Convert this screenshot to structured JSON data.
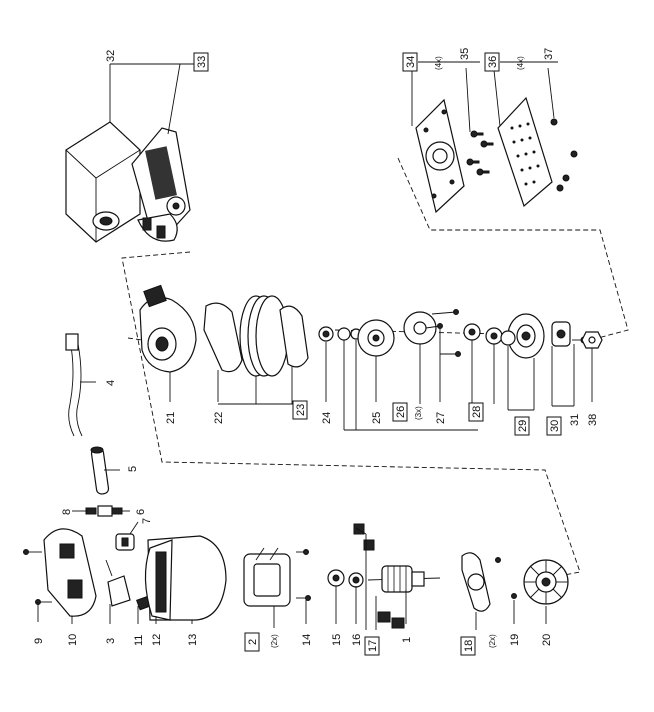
{
  "callouts": [
    {
      "id": "c1",
      "text": "1",
      "boxed": false
    },
    {
      "id": "c2",
      "text": "2",
      "boxed": true
    },
    {
      "id": "c3",
      "text": "3",
      "boxed": false
    },
    {
      "id": "c4",
      "text": "4",
      "boxed": false
    },
    {
      "id": "c5",
      "text": "5",
      "boxed": false
    },
    {
      "id": "c6",
      "text": "6",
      "boxed": false
    },
    {
      "id": "c7",
      "text": "7",
      "boxed": false
    },
    {
      "id": "c8",
      "text": "8",
      "boxed": false
    },
    {
      "id": "c9",
      "text": "9",
      "boxed": false
    },
    {
      "id": "c10",
      "text": "10",
      "boxed": false
    },
    {
      "id": "c11",
      "text": "11",
      "boxed": false
    },
    {
      "id": "c12",
      "text": "12",
      "boxed": false
    },
    {
      "id": "c13",
      "text": "13",
      "boxed": false
    },
    {
      "id": "c14",
      "text": "14",
      "boxed": false
    },
    {
      "id": "c15",
      "text": "15",
      "boxed": false
    },
    {
      "id": "c16",
      "text": "16",
      "boxed": false
    },
    {
      "id": "c17",
      "text": "17",
      "boxed": true
    },
    {
      "id": "c18",
      "text": "18",
      "boxed": true
    },
    {
      "id": "c19",
      "text": "19",
      "boxed": false
    },
    {
      "id": "c20",
      "text": "20",
      "boxed": false
    },
    {
      "id": "c21",
      "text": "21",
      "boxed": false
    },
    {
      "id": "c22",
      "text": "22",
      "boxed": false
    },
    {
      "id": "c23",
      "text": "23",
      "boxed": true
    },
    {
      "id": "c24",
      "text": "24",
      "boxed": false
    },
    {
      "id": "c25",
      "text": "25",
      "boxed": false
    },
    {
      "id": "c26",
      "text": "26",
      "boxed": true
    },
    {
      "id": "c27",
      "text": "27",
      "boxed": false
    },
    {
      "id": "c28",
      "text": "28",
      "boxed": true
    },
    {
      "id": "c29",
      "text": "29",
      "boxed": true
    },
    {
      "id": "c30",
      "text": "30",
      "boxed": true
    },
    {
      "id": "c31",
      "text": "31",
      "boxed": false
    },
    {
      "id": "c32",
      "text": "32",
      "boxed": false
    },
    {
      "id": "c33",
      "text": "33",
      "boxed": true
    },
    {
      "id": "c34",
      "text": "34",
      "boxed": true
    },
    {
      "id": "c35",
      "text": "35",
      "boxed": false
    },
    {
      "id": "c36",
      "text": "36",
      "boxed": true
    },
    {
      "id": "c37",
      "text": "37",
      "boxed": false
    },
    {
      "id": "c38",
      "text": "38",
      "boxed": false
    }
  ],
  "qty": {
    "q2": "(2x)",
    "q18": "(2x)",
    "q26": "(3x)",
    "q34": "(4x)",
    "q36": "(4x)"
  }
}
